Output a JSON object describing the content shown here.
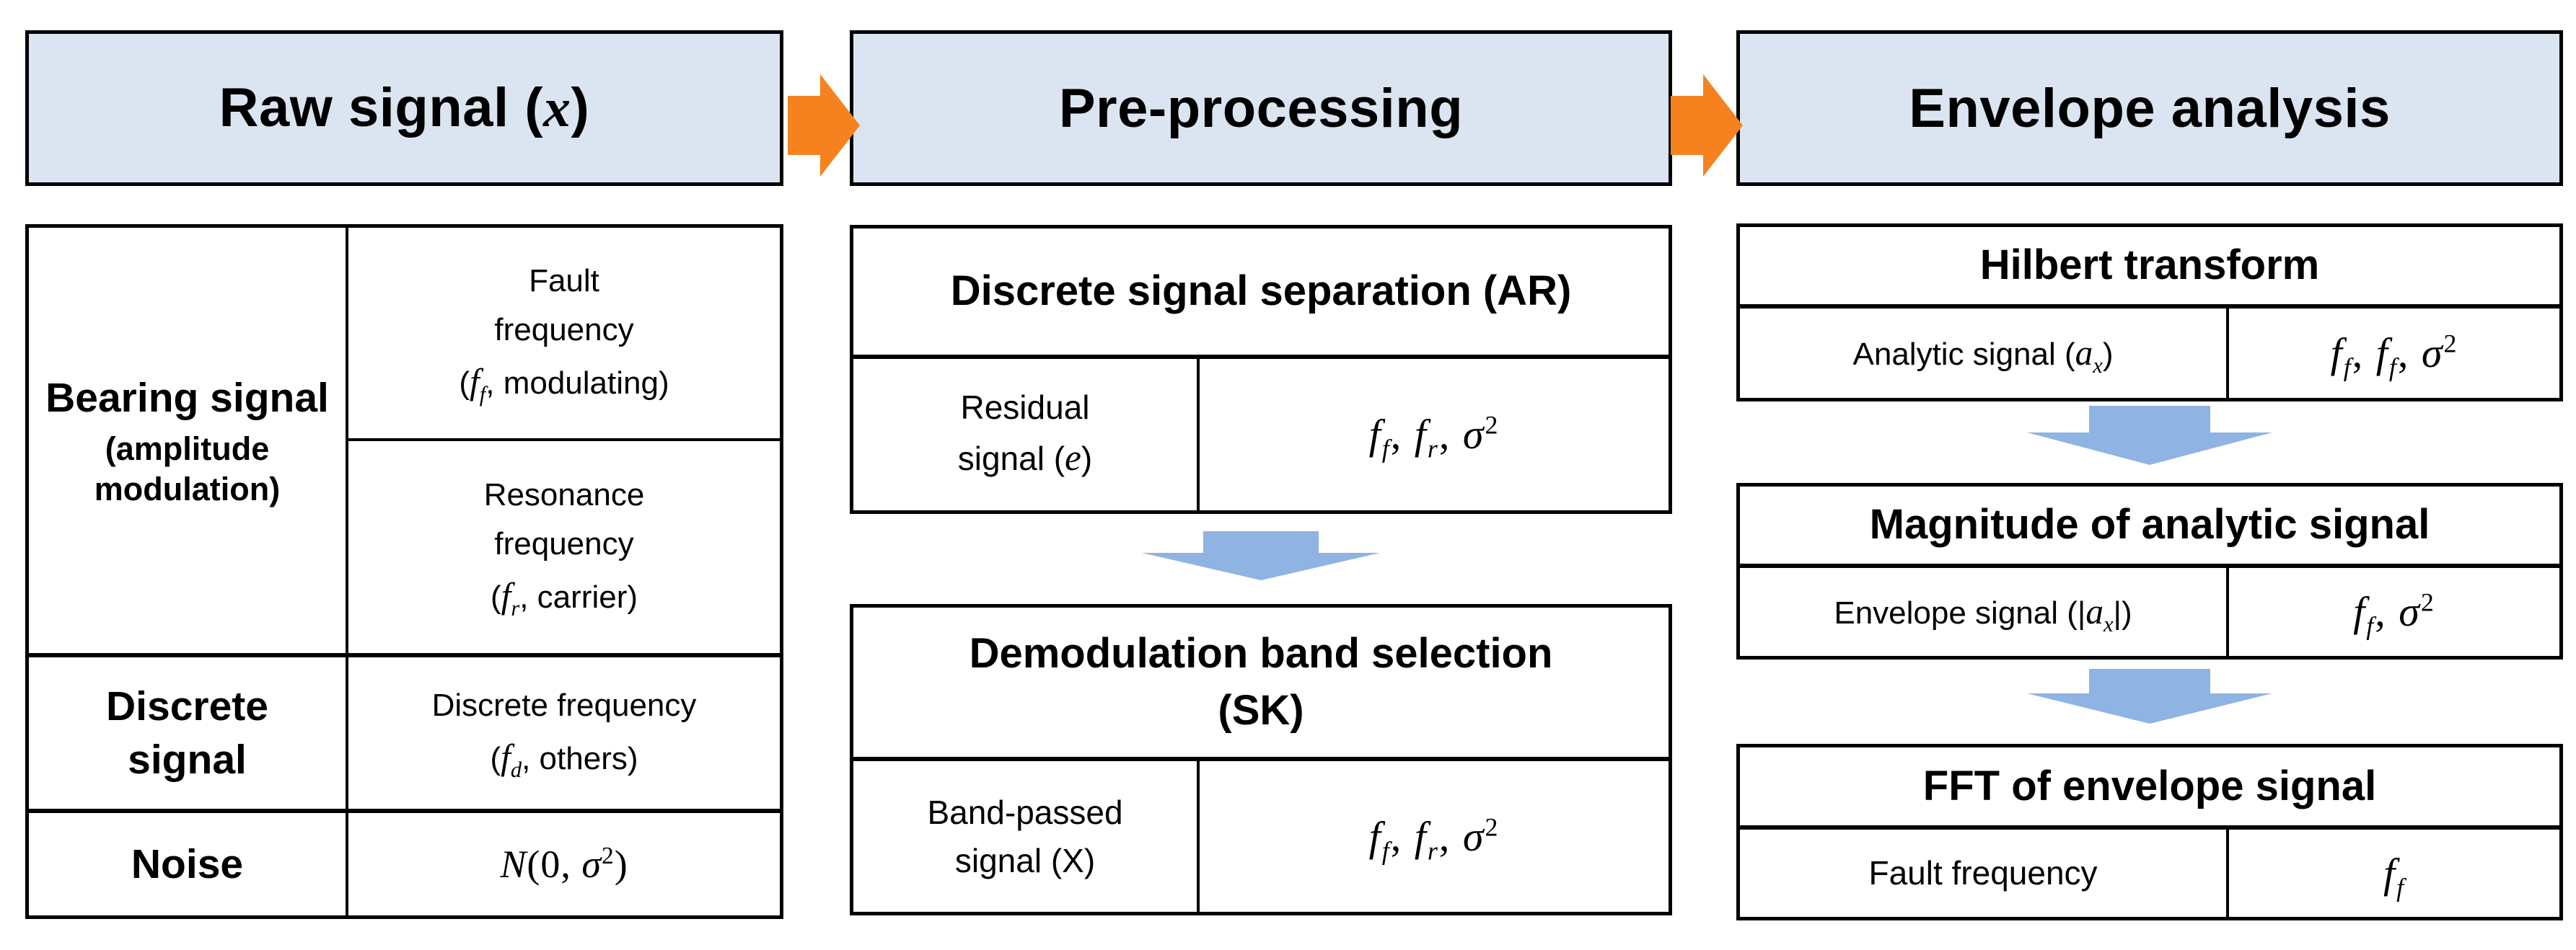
{
  "palette": {
    "header_fill": "#dbe5f1",
    "border": "#000000",
    "orange_arrow": "#f5821f",
    "blue_arrow": "#8fb3e2",
    "background": "#ffffff"
  },
  "headers": {
    "raw": "Raw signal (*x*)",
    "pre": "Pre-processing",
    "env": "Envelope analysis"
  },
  "raw_table": {
    "bearing_title": "Bearing signal",
    "bearing_subtitle": "(amplitude modulation)",
    "fault": "Fault\nfrequency\n(*f_f_*, modulating)",
    "resonance": "Resonance\nfrequency\n(*f_r_*, carrier)",
    "discrete_title": "Discrete\nsignal",
    "discrete_value": "Discrete frequency\n(*f_d_*, others)",
    "noise_title": "Noise",
    "noise_value": "*N*(0, *σ*^2^)"
  },
  "preprocessing": {
    "ar": {
      "title": "Discrete signal separation (AR)",
      "signal": "Residual\nsignal (*e*)",
      "params": "*f_f_*, *f_r_*, *σ*^2^"
    },
    "sk": {
      "title": "Demodulation band selection\n(SK)",
      "signal": "Band-passed\nsignal (X)",
      "params": "*f_f_*, *f_r_*, *σ*^2^"
    }
  },
  "envelope": {
    "hilbert": {
      "title": "Hilbert transform",
      "signal": "Analytic signal (*a_x_*)",
      "params": "*f_f_*, *f_f_*, *σ*^2^"
    },
    "magnitude": {
      "title": "Magnitude of analytic signal",
      "signal": "Envelope signal (|*a_x_*|)",
      "params": "*f_f_*, *σ*^2^"
    },
    "fft": {
      "title": "FFT of envelope signal",
      "signal": "Fault frequency",
      "params": "*f_f_*"
    }
  }
}
